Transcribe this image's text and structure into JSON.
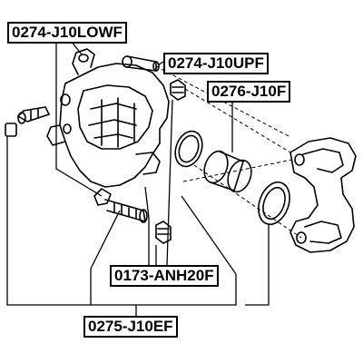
{
  "callouts": {
    "lower_pin": "0274-J10LOWF",
    "upper_pin": "0274-J10UPF",
    "piston": "0276-J10F",
    "boot": "0173-ANH20F",
    "kit": "0275-J10EF"
  }
}
